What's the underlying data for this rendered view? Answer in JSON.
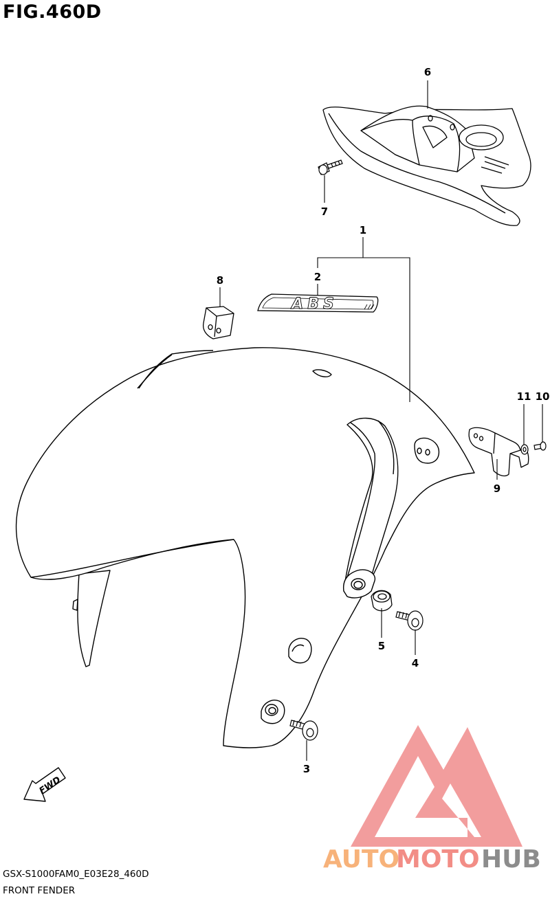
{
  "figure": {
    "title": "FIG.460D",
    "code": "GSX-S1000FAM0_E03E28_460D",
    "name": "FRONT FENDER"
  },
  "callouts": [
    "1",
    "2",
    "3",
    "4",
    "5",
    "6",
    "7",
    "8",
    "9",
    "10",
    "11"
  ],
  "decal_text": "ABS",
  "fwd_label": "FWD",
  "watermark": {
    "text_auto": "AUTO",
    "text_moto": "MOTO",
    "text_hub": "HUB",
    "color_auto": "#f7b27a",
    "color_moto": "#f28d86",
    "color_hub": "#8c8c8c",
    "logo_color": "#f08c8c"
  }
}
